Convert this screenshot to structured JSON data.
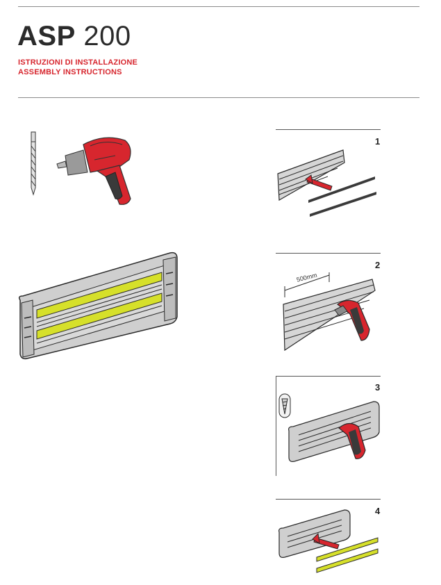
{
  "header": {
    "title_bold": "ASP",
    "title_light": "200",
    "subtitle_it": "ISTRUZIONI DI INSTALLAZIONE",
    "subtitle_en": "ASSEMBLY INSTRUCTIONS"
  },
  "tools": {
    "drill_bit_icon": "drill-bit-icon",
    "screwdriver_icon": "cordless-screwdriver-icon"
  },
  "heater": {
    "icon": "heater-overview-icon",
    "element_color": "#d6e02a"
  },
  "steps": [
    {
      "number": "1"
    },
    {
      "number": "2",
      "dimension_label": "500mm"
    },
    {
      "number": "3"
    },
    {
      "number": "4"
    }
  ],
  "colors": {
    "accent": "#d7262e",
    "tube": "#d6e02a",
    "body": "#cfcfcf",
    "outline": "#2a2a2a"
  }
}
